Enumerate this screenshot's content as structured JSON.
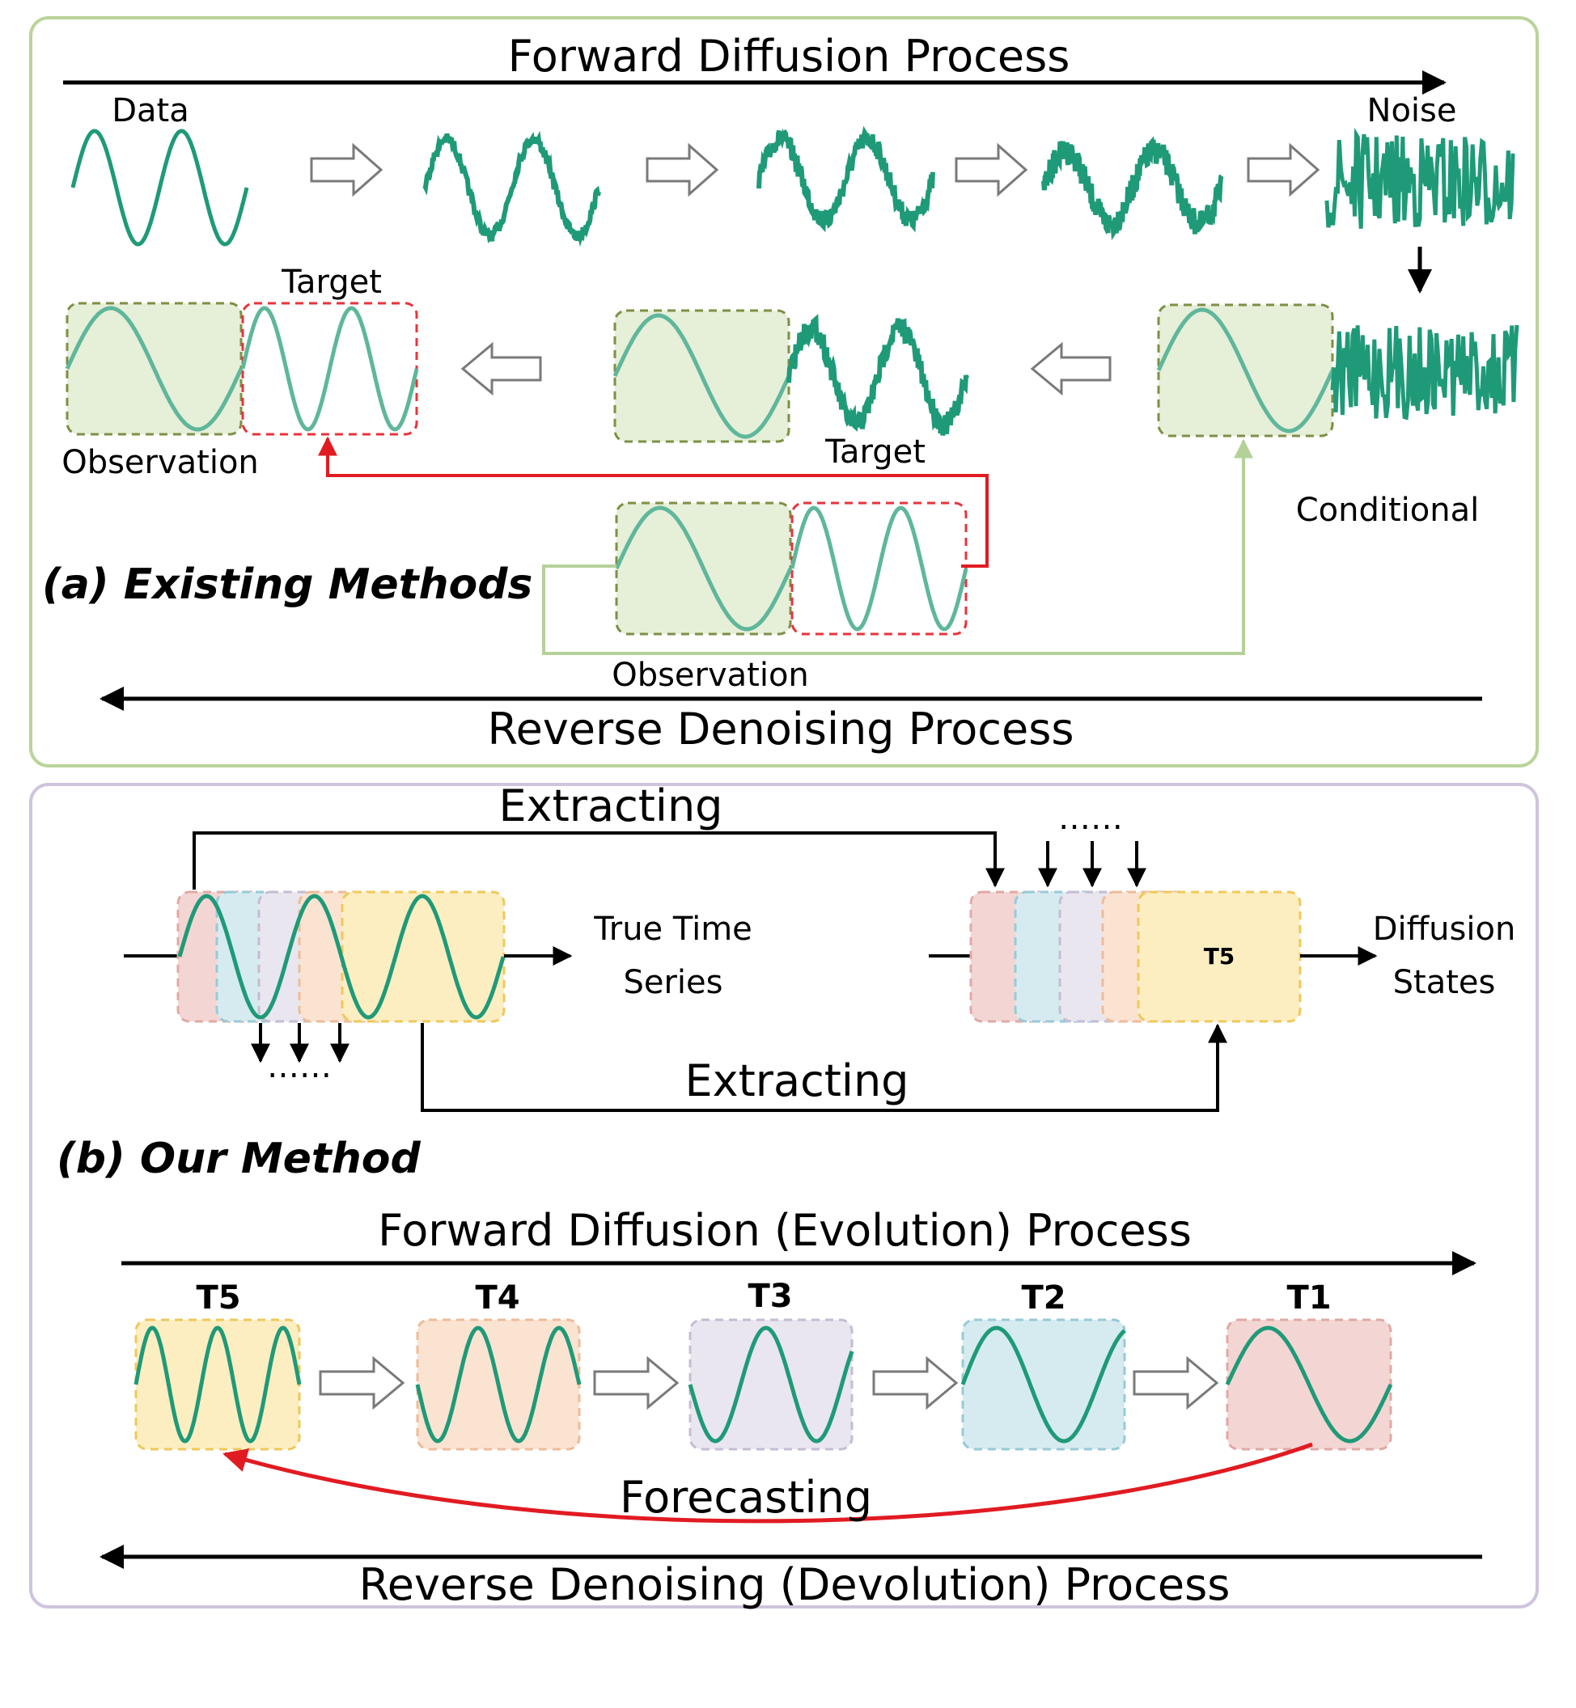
{
  "colors": {
    "wave": "#1f9a78",
    "soft_wave": "#5fb79b",
    "panel_a_border": "#b9d49a",
    "panel_b_border": "#cfc4dd",
    "obs_fill": "#e6efd8",
    "obs_border": "#7f8f45",
    "target_border": "#e8333c",
    "red_arrow": "#e11b22",
    "green_line": "#b5d19a",
    "t5_fill": "#fdeec2",
    "t4_fill": "#fbe3d2",
    "t3_fill": "#e9e6ef",
    "t2_fill": "#d6ebf0",
    "t1_fill": "#f3d6d3"
  },
  "panel_a": {
    "forward_label": "Forward Diffusion Process",
    "data_label": "Data",
    "noise_label": "Noise",
    "target_label_left": "Target",
    "observation_label_left": "Observation",
    "target_label_mid": "Target",
    "conditional_label": "Conditional",
    "section_title": "(a) Existing Methods",
    "observation_label_bottom": "Observation",
    "reverse_label": "Reverse Denoising Process"
  },
  "panel_b": {
    "extracting_top": "Extracting",
    "dots_top": "……",
    "dots_bottom": "……",
    "true_series_line1": "True Time",
    "true_series_line2": "Series",
    "diffusion_states_line1": "Diffusion",
    "diffusion_states_line2": "States",
    "t5_small": "T5",
    "extracting_bottom": "Extracting",
    "section_title": "(b) Our Method",
    "forward_label": "Forward Diffusion (Evolution) Process",
    "steps": [
      "T5",
      "T4",
      "T3",
      "T2",
      "T1"
    ],
    "forecasting_label": "Forecasting",
    "reverse_label": "Reverse Denoising (Devolution) Process"
  }
}
